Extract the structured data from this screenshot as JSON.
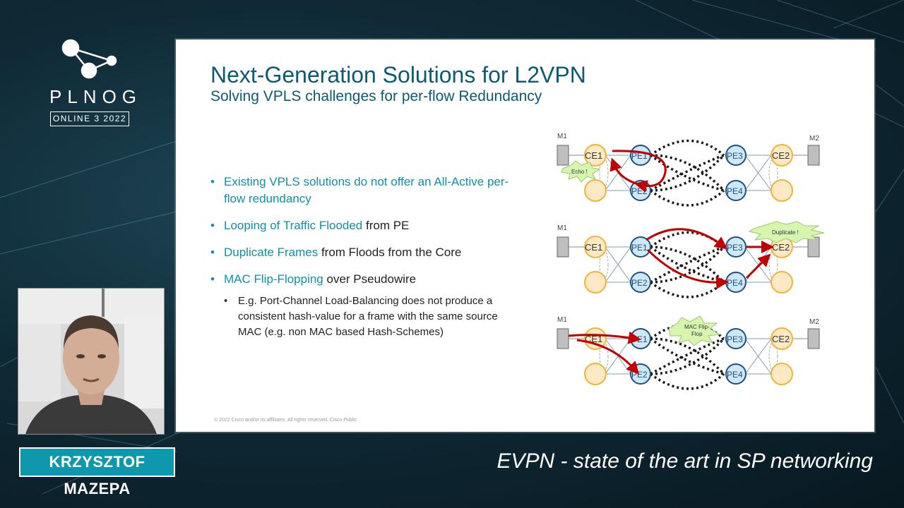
{
  "branding": {
    "logo_word": "PLNOG",
    "edition": "ONLINE 3 2022"
  },
  "slide": {
    "title": "Next-Generation Solutions for L2VPN",
    "subtitle": "Solving VPLS challenges for per-flow Redundancy",
    "bullets": [
      {
        "highlight": "Existing VPLS solutions do not offer an All-Active per-flow redundancy",
        "rest": ""
      },
      {
        "highlight": "Looping of Traffic Flooded",
        "rest": " from PE"
      },
      {
        "highlight": "Duplicate Frames",
        "rest": " from Floods from the Core"
      },
      {
        "highlight": "MAC Flip-Flopping",
        "rest": " over Pseudowire"
      }
    ],
    "sub_bullet": "E.g. Port-Channel Load-Balancing does not produce a consistent hash-value for a frame with the same source MAC (e.g. non MAC based Hash-Schemes)",
    "copyright": "© 2022  Cisco and/or its affiliates. All rights reserved.   Cisco Public",
    "diagram": {
      "labels": {
        "m1": "M1",
        "m2": "M2",
        "ce1": "CE1",
        "ce2": "CE2",
        "pe1": "PE1",
        "pe2": "PE2",
        "pe3": "PE3",
        "pe4": "PE4"
      },
      "callouts": {
        "echo": "Echo !",
        "duplicate": "Duplicate !",
        "flip1": "MAC Flip-",
        "flip2": "Flop"
      },
      "colors": {
        "ce_fill": "#fde9c4",
        "ce_stroke": "#f0b43c",
        "pe_fill": "#cfe8f5",
        "pe_stroke": "#1f4f86",
        "arrow": "#c00000",
        "burst": "#d8f5b0"
      }
    }
  },
  "speaker": {
    "name": "KRZYSZTOF MAZEPA"
  },
  "talk": {
    "title": "EVPN - state of the art in SP networking"
  }
}
